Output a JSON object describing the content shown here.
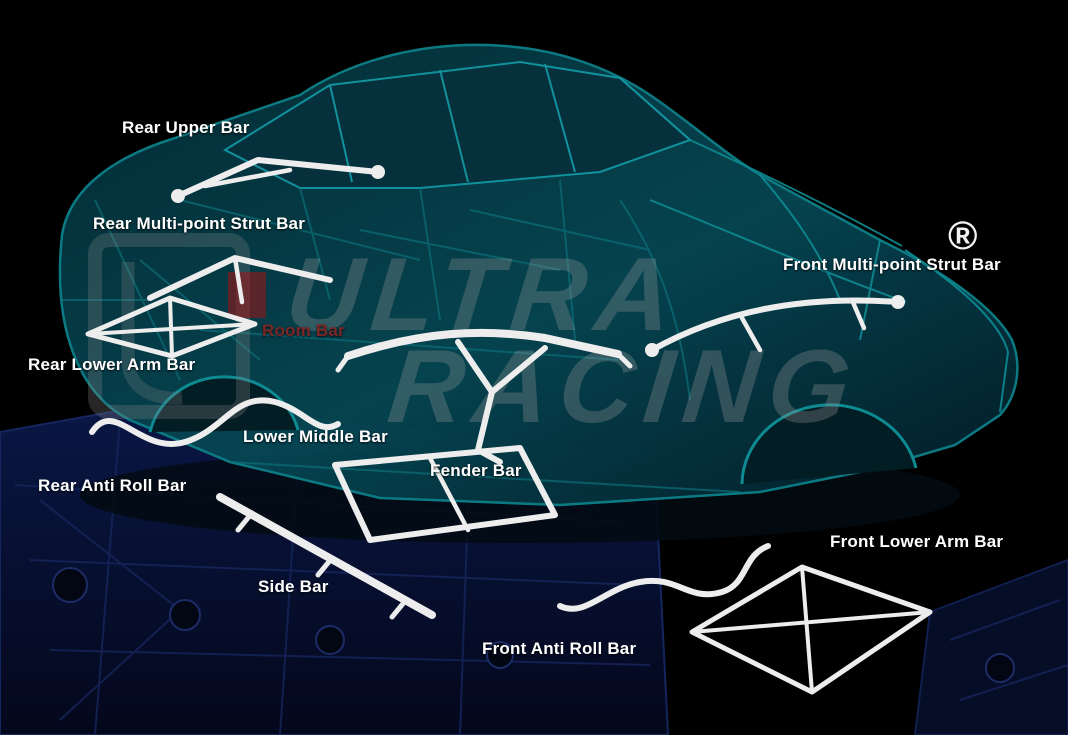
{
  "diagram": {
    "title_context": "Car chassis strut bar fitment diagram",
    "registered_mark": "®",
    "watermark": {
      "line1": "ULTRA",
      "line2": "RACING"
    },
    "labels": {
      "rear_upper_bar": "Rear Upper Bar",
      "rear_multi_point_strut_bar": "Rear Multi-point Strut Bar",
      "front_multi_point_strut_bar": "Front Multi-point Strut Bar",
      "room_bar": "Room Bar",
      "rear_lower_arm_bar": "Rear Lower Arm Bar",
      "lower_middle_bar": "Lower Middle Bar",
      "rear_anti_roll_bar": "Rear Anti Roll Bar",
      "fender_bar": "Fender Bar",
      "front_lower_arm_bar": "Front Lower Arm Bar",
      "side_bar": "Side Bar",
      "front_anti_roll_bar": "Front Anti Roll Bar"
    },
    "colors": {
      "background": "#000000",
      "label_text": "#ffffff",
      "room_bar_label": "#7b2727",
      "chassis_teal": "#0d7f88",
      "bars_white": "#ededed",
      "floor_navy": "#071033",
      "watermark_gray": "#9b9b9b",
      "logo_red": "#a01212"
    }
  }
}
